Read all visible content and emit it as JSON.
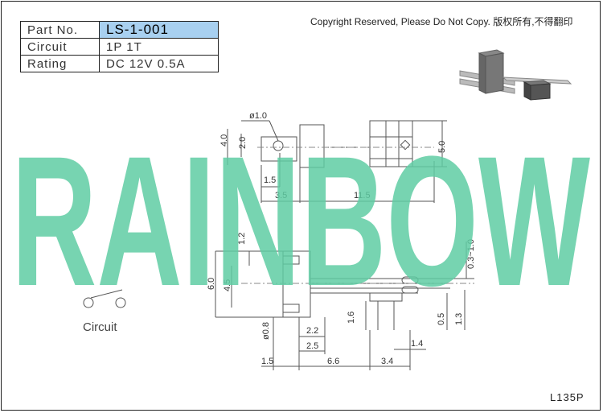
{
  "spec_table": {
    "rows": [
      {
        "label": "Part No.",
        "value": "LS-1-001"
      },
      {
        "label": "Circuit",
        "value": "1P 1T"
      },
      {
        "label": "Rating",
        "value": "DC 12V 0.5A"
      }
    ]
  },
  "copyright": "Copyright Reserved, Please Do Not Copy. 版权所有,不得翻印",
  "watermark": "RAINBOW",
  "circuit_label": "Circuit",
  "footer_code": "L135P",
  "dimensions": {
    "top_view": {
      "hole": "ø1.0",
      "h_4_0": "4.0",
      "h_2_0": "2.0",
      "w_1_5": "1.5",
      "w_3_5": "3.5",
      "w_11_5": "11.5",
      "h_5_0": "5.0"
    },
    "side_view": {
      "h_1_2": "1.2",
      "h_6_0": "6.0",
      "h_4_5": "4.5",
      "range": "0.3~1.0",
      "d_0_8": "ø0.8",
      "w_2_2": "2.2",
      "w_2_5": "2.5",
      "h_1_6": "1.6",
      "w_1_4": "1.4",
      "h_0_5": "0.5",
      "h_1_3": "1.3",
      "w_1_5": "1.5",
      "w_6_6": "6.6",
      "w_3_4": "3.4"
    }
  },
  "colors": {
    "highlight": "#a8d0f0",
    "watermark": "#5fcca3",
    "line": "#555555"
  }
}
